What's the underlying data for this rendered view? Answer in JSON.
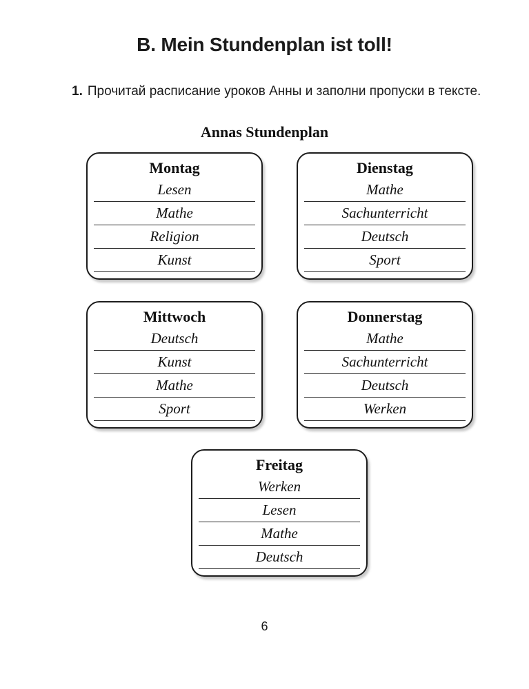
{
  "page": {
    "title": "B. Mein Stundenplan ist toll!",
    "page_number": "6"
  },
  "instruction": {
    "number": "1.",
    "text": "Прочитай расписание уроков Анны и заполни пропуски в тексте."
  },
  "schedule": {
    "heading": "Annas Stundenplan",
    "days": [
      {
        "name": "Montag",
        "subjects": [
          "Lesen",
          "Mathe",
          "Religion",
          "Kunst"
        ]
      },
      {
        "name": "Dienstag",
        "subjects": [
          "Mathe",
          "Sachunterricht",
          "Deutsch",
          "Sport"
        ]
      },
      {
        "name": "Mittwoch",
        "subjects": [
          "Deutsch",
          "Kunst",
          "Mathe",
          "Sport"
        ]
      },
      {
        "name": "Donnerstag",
        "subjects": [
          "Mathe",
          "Sachunterricht",
          "Deutsch",
          "Werken"
        ]
      },
      {
        "name": "Freitag",
        "subjects": [
          "Werken",
          "Lesen",
          "Mathe",
          "Deutsch"
        ]
      }
    ]
  },
  "colors": {
    "ink": "#1b1b1b",
    "card_border": "#1c1c1c",
    "rule": "#2a2a2a",
    "paper": "#ffffff"
  }
}
